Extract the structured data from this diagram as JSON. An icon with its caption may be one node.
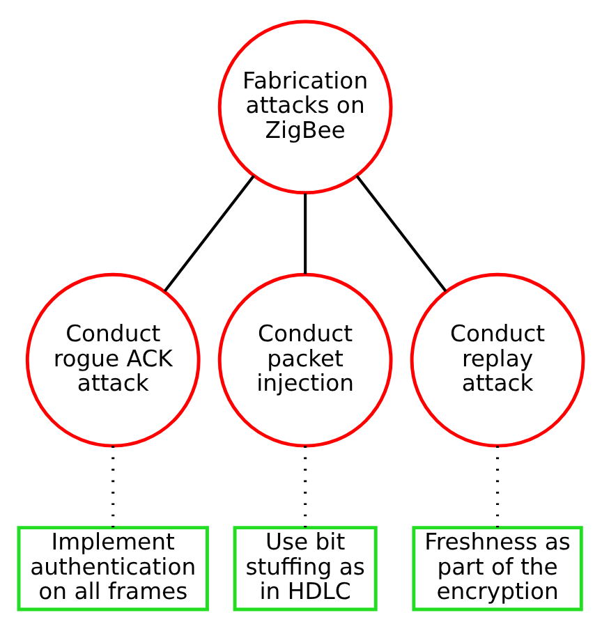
{
  "diagram": {
    "nodes": [
      {
        "text": [
          "Fabrication attacks on ZigBee"
        ]
      },
      {
        "text": [
          "Conduct rogue ACK attack"
        ]
      },
      {
        "text": [
          "Conduct packet injection"
        ]
      },
      {
        "text": [
          "Conduct replay attack"
        ]
      },
      {
        "text": [
          "Implement authentication on all frames"
        ]
      },
      {
        "text": [
          "Use bit stuffing as in HDLC"
        ]
      },
      {
        "text": [
          "Freshness as part of the encryption"
        ]
      }
    ],
    "edges": [
      {
        "from": 0,
        "to": 1,
        "arrow": "none"
      },
      {
        "from": 0,
        "to": 2,
        "arrow": "none"
      },
      {
        "from": 0,
        "to": 3,
        "arrow": "none"
      },
      {
        "from": 1,
        "to": 4,
        "arrow": "none",
        "style": "dashed"
      },
      {
        "from": 2,
        "to": 5,
        "arrow": "none",
        "style": "dashed"
      },
      {
        "from": 3,
        "to": 6,
        "arrow": "none",
        "style": "dashed"
      }
    ]
  }
}
